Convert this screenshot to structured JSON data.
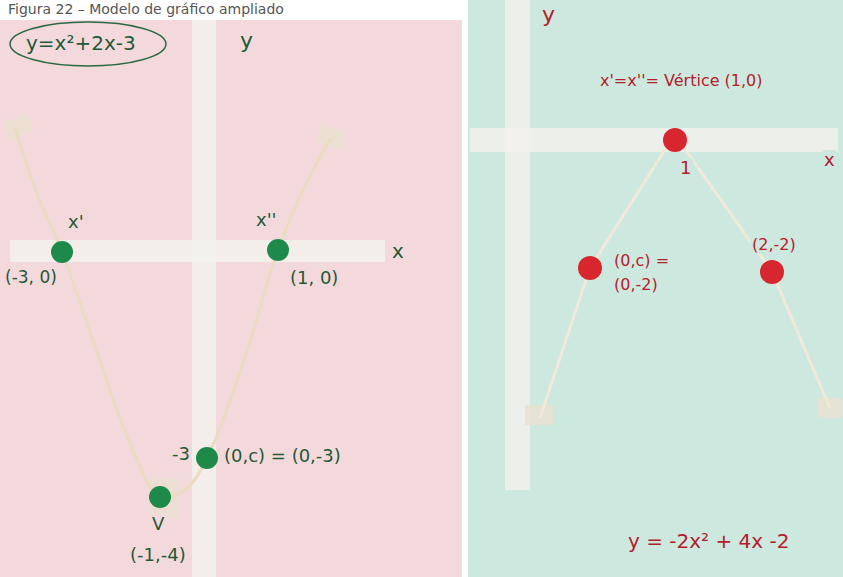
{
  "diagram": {
    "title": "Figura 22 – Modelo de gráfico ampliado",
    "labels": [
      "y=x²+2x-3",
      "y",
      "x",
      "x'",
      "x''",
      "(-3, 0)",
      "(1, 0)",
      "-3",
      "(0,c) = (0,-3)",
      "V",
      "(-1,-4)",
      "y",
      "x",
      "x'=x''= Vértice (1,0)",
      "1",
      "(0,c) =",
      "(0,-2)",
      "(2,-2)",
      "y = -2x² + 4x -2"
    ]
  }
}
